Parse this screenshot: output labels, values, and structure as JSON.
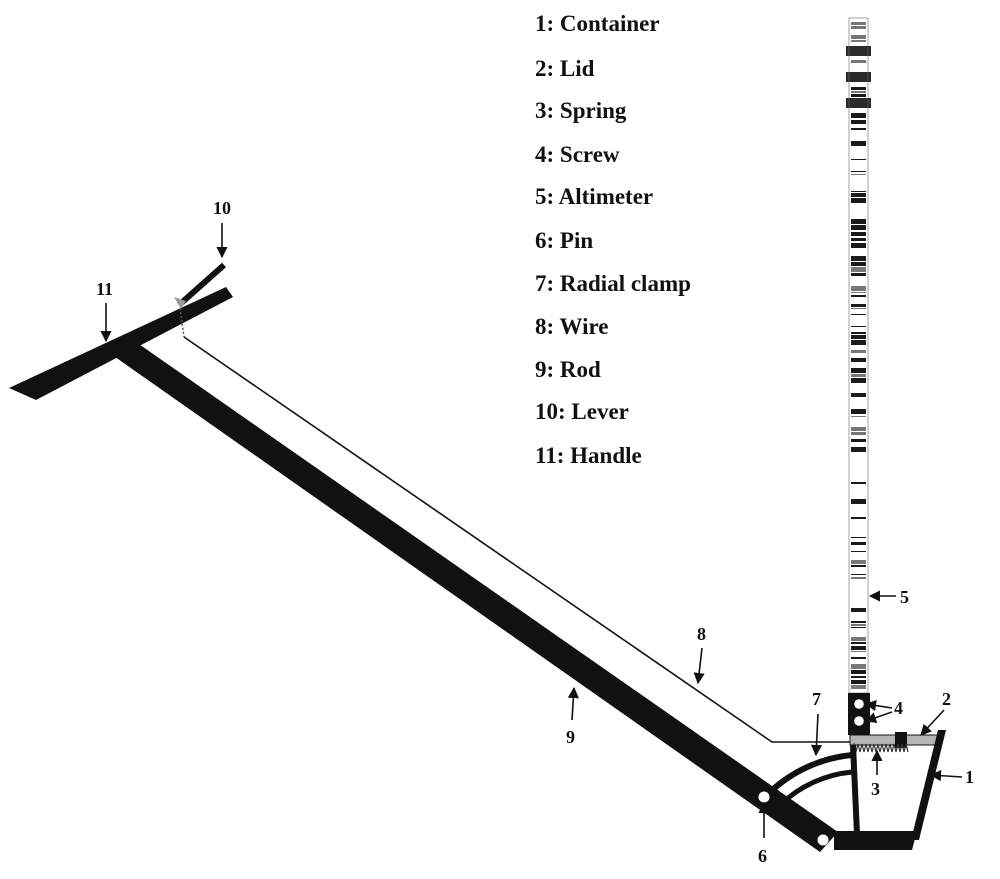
{
  "legend": [
    {
      "number": "1",
      "text": "1: Container"
    },
    {
      "number": "2",
      "text": "2: Lid"
    },
    {
      "number": "3",
      "text": "3: Spring"
    },
    {
      "number": "4",
      "text": "4: Screw"
    },
    {
      "number": "5",
      "text": "5: Altimeter"
    },
    {
      "number": "6",
      "text": "6: Pin"
    },
    {
      "number": "7",
      "text": "7: Radial clamp"
    },
    {
      "number": "8",
      "text": "8: Wire"
    },
    {
      "number": "9",
      "text": "9: Rod"
    },
    {
      "number": "10",
      "text": "10: Lever"
    },
    {
      "number": "11",
      "text": "11: Handle"
    }
  ],
  "callouts": {
    "container": "1",
    "lid": "2",
    "spring": "3",
    "screw": "4",
    "altimeter": "5",
    "pin": "6",
    "radial_clamp": "7",
    "wire": "8",
    "rod": "9",
    "lever": "10",
    "handle": "11"
  },
  "colors": {
    "ink": "#111111",
    "lid_gray": "#b5b5b5",
    "lever_tip_gray": "#9a9a9a"
  }
}
